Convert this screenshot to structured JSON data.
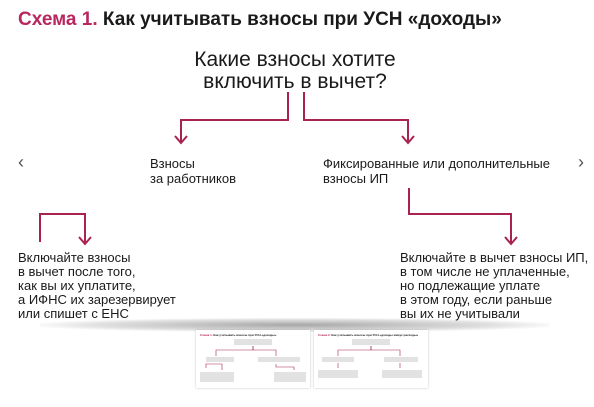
{
  "title": {
    "accent": "Схема 1.",
    "rest": "Как учитывать взносы при УСН «доходы»"
  },
  "question": {
    "lines": [
      "Какие взносы хотите",
      "включить в вычет?"
    ]
  },
  "branches": {
    "left": {
      "lines": [
        "Взносы",
        "за работников"
      ]
    },
    "right": {
      "lines": [
        "Фиксированные или дополнительные",
        "взносы ИП"
      ]
    }
  },
  "outcomes": {
    "left": {
      "lines": [
        "Включайте взносы",
        "в вычет после того,",
        "как вы их уплатите,",
        "а ИФНС их зарезервирует",
        "или спишет с ЕНС"
      ]
    },
    "right": {
      "lines": [
        "Включайте в вычет взносы ИП,",
        "в том числе не уплаченные,",
        "но подлежащие уплате",
        "в этом году, если раньше",
        "вы их не учитывали"
      ]
    }
  },
  "navigation": {
    "prev_icon": "chevron-left-icon",
    "next_icon": "chevron-right-icon",
    "prev_glyph": "‹",
    "next_glyph": "›"
  },
  "colors": {
    "accent": "#b8275e",
    "connector": "#a8234f",
    "text": "#1a1a1a"
  },
  "thumbnails": [
    {
      "accent": "Схема 1.",
      "rest": "Как учитывать взносы при УСН «доходы»"
    },
    {
      "accent": "Схема 2.",
      "rest": "Как учитывать взносы при УСН «доходы минус расходы»"
    }
  ]
}
